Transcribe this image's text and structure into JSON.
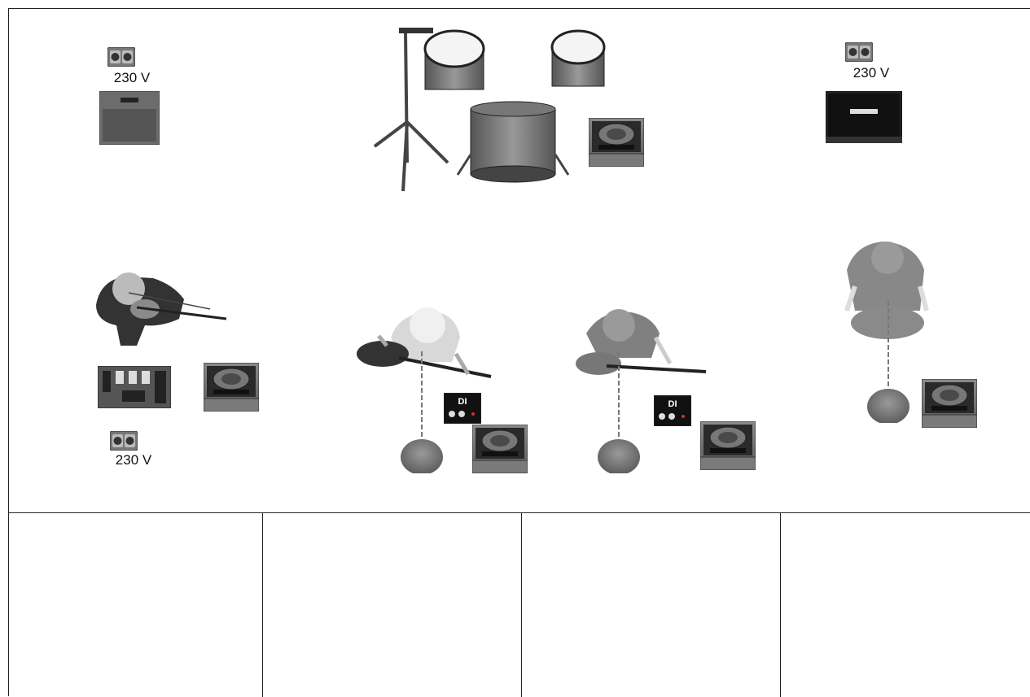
{
  "stage_plot": {
    "power_outlets": [
      {
        "label": "230 V"
      },
      {
        "label": "230 V"
      },
      {
        "label": "230 V"
      }
    ],
    "icons": {
      "outlet": "power-outlet-icon",
      "amp": "amplifier-icon",
      "monitor": "floor-monitor-icon",
      "di": "di-box-icon",
      "mic": "mic-stand-icon",
      "drums": "drum-kit-icon",
      "violinist": "violinist-icon",
      "guitarist": "guitarist-icon",
      "pedalboard": "pedalboard-icon"
    },
    "di_label": "DI"
  },
  "input_table": {
    "columns": 4
  }
}
